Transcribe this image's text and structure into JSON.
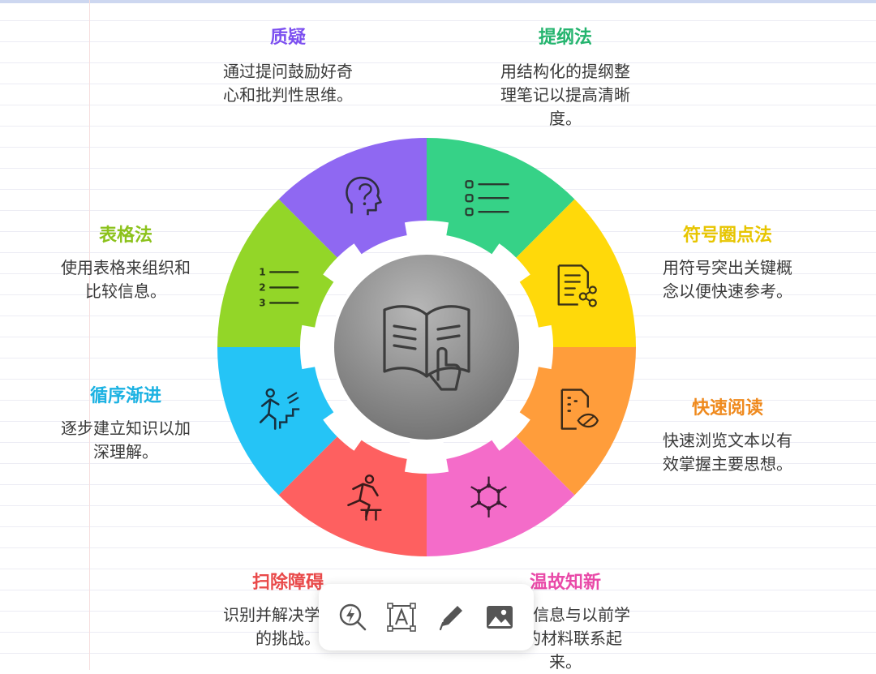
{
  "center_icon": "open-book-hand-icon",
  "segments": [
    {
      "key": "questioning",
      "title": "质疑",
      "lines": [
        "通过提问鼓励好奇",
        "心和批判性思维。"
      ],
      "color": "#8f68f2",
      "title_color": "#7c4ff0",
      "icon": "head-question-icon"
    },
    {
      "key": "outline",
      "title": "提纲法",
      "lines": [
        "用结构化的提纲整",
        "理笔记以提高清晰",
        "度。"
      ],
      "color": "#36d287",
      "title_color": "#24b46e",
      "icon": "outline-list-icon"
    },
    {
      "key": "symbol",
      "title": "符号圈点法",
      "lines": [
        "用符号突出关键概",
        "念以便快速参考。"
      ],
      "color": "#ffd90a",
      "title_color": "#e7c500",
      "icon": "document-share-icon"
    },
    {
      "key": "fastread",
      "title": "快速阅读",
      "lines": [
        "快速浏览文本以有",
        "效掌握主要思想。"
      ],
      "color": "#ff9d3b",
      "title_color": "#ef8a1e",
      "icon": "document-eye-icon"
    },
    {
      "key": "review",
      "title": "温故知新",
      "lines": [
        "将新信息与以前学",
        "过的材料联系起",
        "来。"
      ],
      "color": "#f46cc9",
      "title_color": "#e94aa8",
      "icon": "molecule-network-icon"
    },
    {
      "key": "obstacles",
      "title": "扫除障碍",
      "lines": [
        "识别并解决学习中",
        "的挑战。"
      ],
      "color": "#fe6060",
      "title_color": "#e94a4a",
      "icon": "hurdle-runner-icon"
    },
    {
      "key": "gradual",
      "title": "循序渐进",
      "lines": [
        "逐步建立知识以加",
        "深理解。"
      ],
      "color": "#25c4f6",
      "title_color": "#1bb2e2",
      "icon": "stairs-climber-icon"
    },
    {
      "key": "table",
      "title": "表格法",
      "lines": [
        "使用表格来组织和",
        "比较信息。"
      ],
      "color": "#93d628",
      "title_color": "#8cc21c",
      "icon": "numbered-list-icon"
    }
  ],
  "toolbar": [
    {
      "icon": "zoom-lightning-icon"
    },
    {
      "icon": "text-box-icon"
    },
    {
      "icon": "pen-icon"
    },
    {
      "icon": "image-icon"
    }
  ]
}
